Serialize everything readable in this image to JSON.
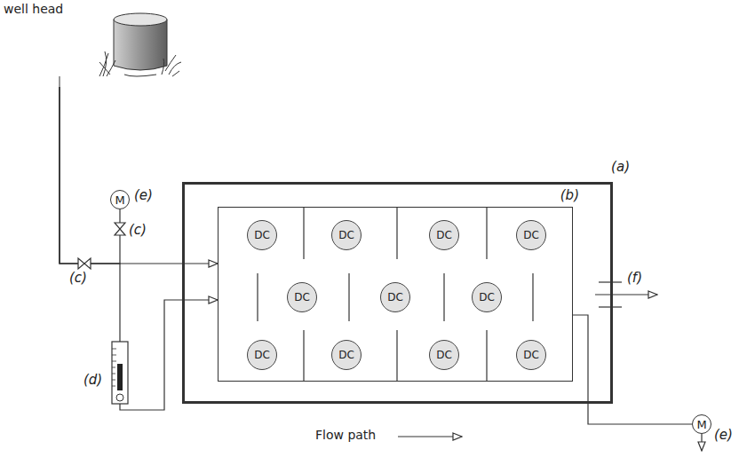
{
  "diagram": {
    "nodes": [
      {
        "text": [
          "well head"
        ]
      },
      {
        "text": [
          "M"
        ]
      },
      {
        "text": [
          "(a)"
        ]
      },
      {
        "text": [
          "(b)"
        ],
        "in": 2
      },
      {
        "text": [
          "DC"
        ],
        "in": 3
      },
      {
        "text": [
          "DC"
        ],
        "in": 3
      },
      {
        "text": [
          "DC"
        ],
        "in": 3
      },
      {
        "text": [
          "DC"
        ],
        "in": 3
      },
      {
        "text": [
          "DC"
        ],
        "in": 3
      },
      {
        "text": [
          "DC"
        ],
        "in": 3
      },
      {
        "text": [
          "DC"
        ],
        "in": 3
      },
      {
        "text": [
          "DC"
        ],
        "in": 3
      },
      {
        "text": [
          "DC"
        ],
        "in": 3
      },
      {
        "text": [
          "DC"
        ],
        "in": 3
      },
      {
        "text": [
          "DC"
        ],
        "in": 3
      },
      {
        "text": [
          "M"
        ]
      }
    ],
    "edges": [
      {
        "from": 0,
        "to": 3,
        "arrow": "to"
      },
      {
        "from": 0,
        "to": 3,
        "arrow": "to"
      },
      {
        "from": 0,
        "to": 1,
        "arrow": "none"
      },
      {
        "from": 3,
        "to": 15,
        "arrow": "none"
      }
    ],
    "labels": [
      "(c)",
      "(c)",
      "(e)",
      "(d)",
      "(e)",
      "(f)",
      "Flow path"
    ]
  }
}
